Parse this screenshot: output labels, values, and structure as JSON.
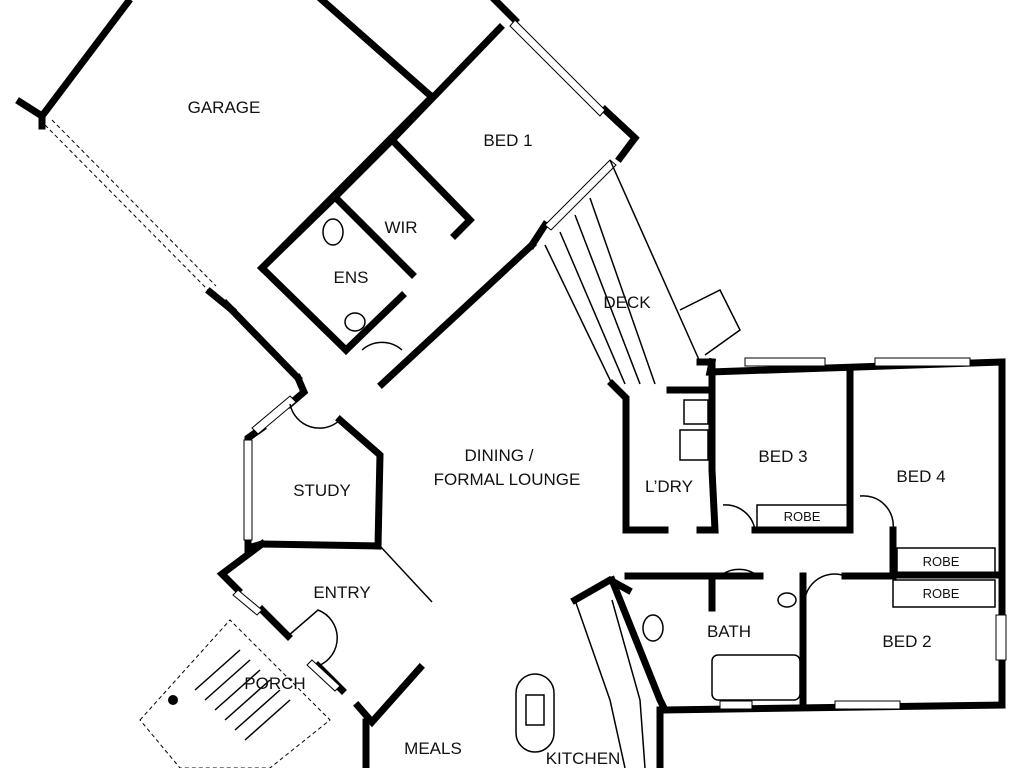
{
  "plan": {
    "rooms": {
      "garage": "GARAGE",
      "bed1": "BED 1",
      "wir": "WIR",
      "ens": "ENS",
      "deck": "DECK",
      "dining_line1": "DINING /",
      "dining_line2": "FORMAL LOUNGE",
      "study": "STUDY",
      "bed3": "BED 3",
      "bed4": "BED 4",
      "laundry": "L’DRY",
      "robe_bed3": "ROBE",
      "robe_bed4": "ROBE",
      "robe_bed2": "ROBE",
      "entry": "ENTRY",
      "bath": "BATH",
      "bed2": "BED 2",
      "porch": "PORCH",
      "meals": "MEALS",
      "kitchen": "KITCHEN"
    }
  }
}
